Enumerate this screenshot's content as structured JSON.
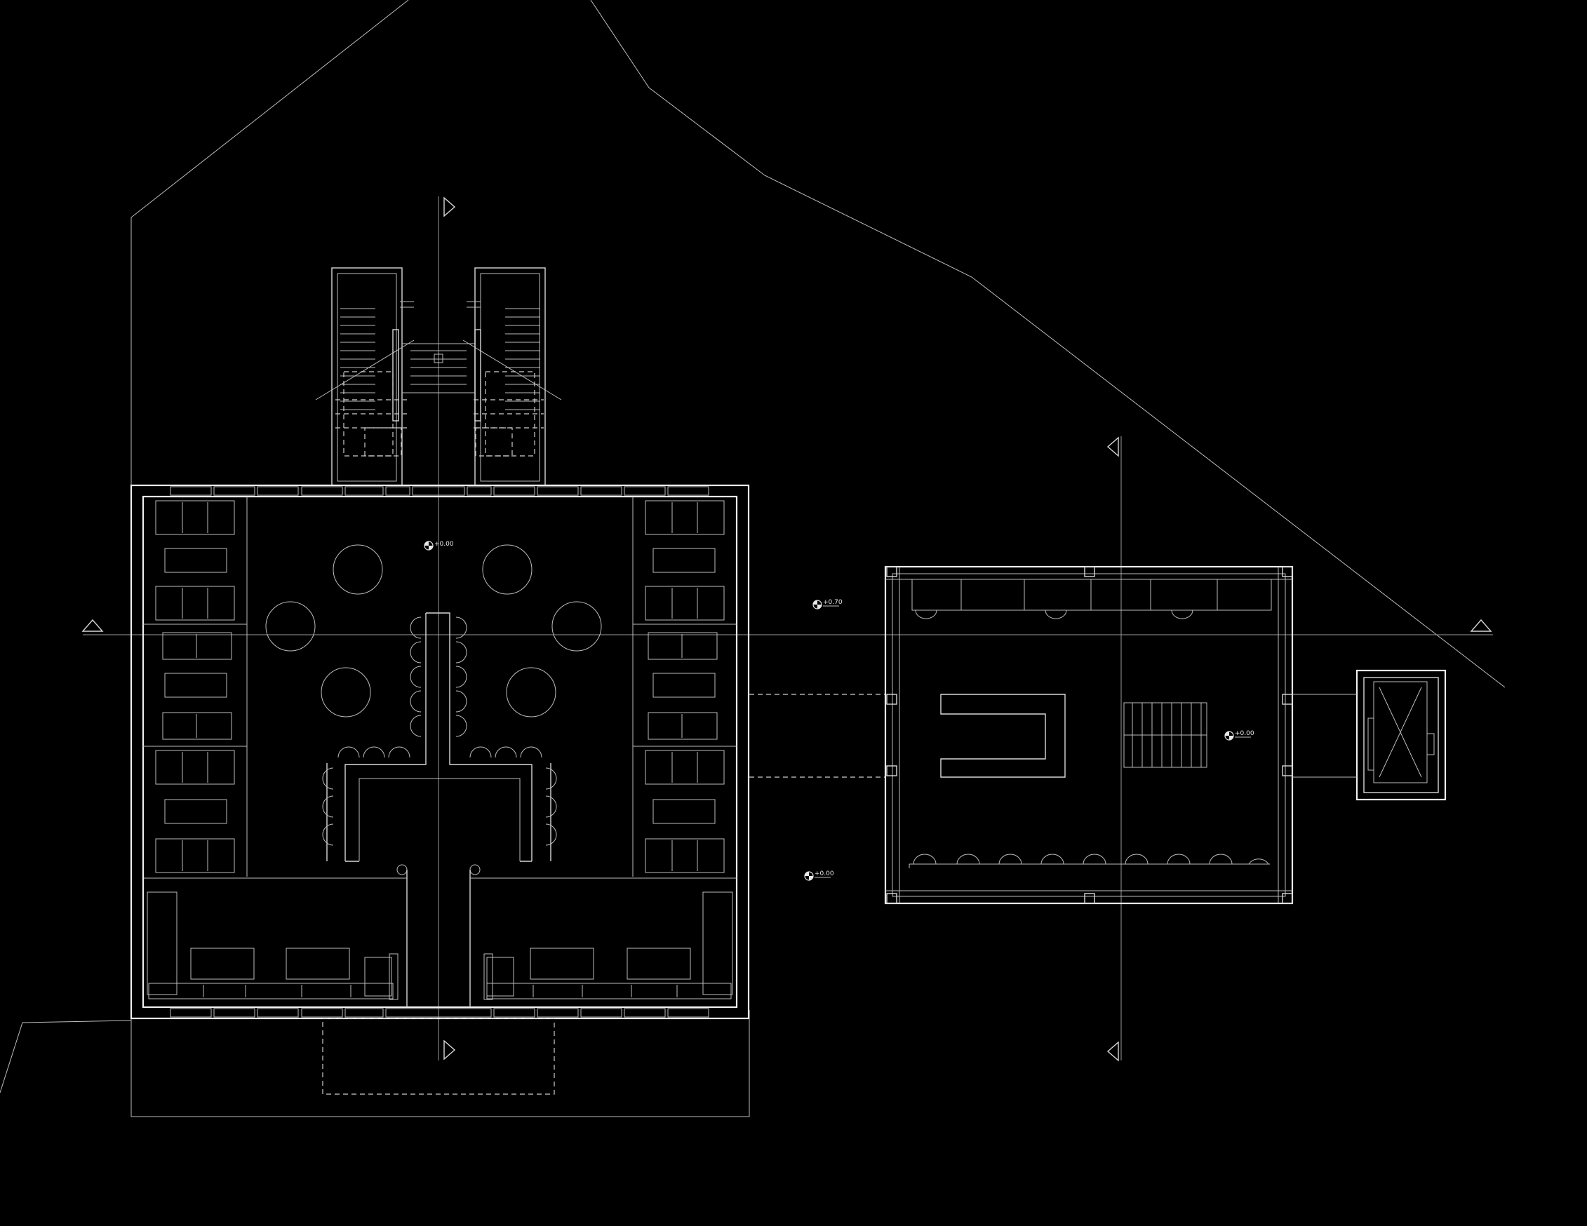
{
  "levels": {
    "pavilion_main": "+0.00",
    "between_buildings": "+0.70",
    "outdoor_lower": "+0.00",
    "pavilion_small": "+0.00"
  },
  "colors": {
    "background": "#000000",
    "line": "#d8d8d8",
    "axis": "#9a9a9a"
  },
  "icons": {
    "level_marker": "level-marker-icon",
    "section_arrow": "section-arrow-icon"
  }
}
